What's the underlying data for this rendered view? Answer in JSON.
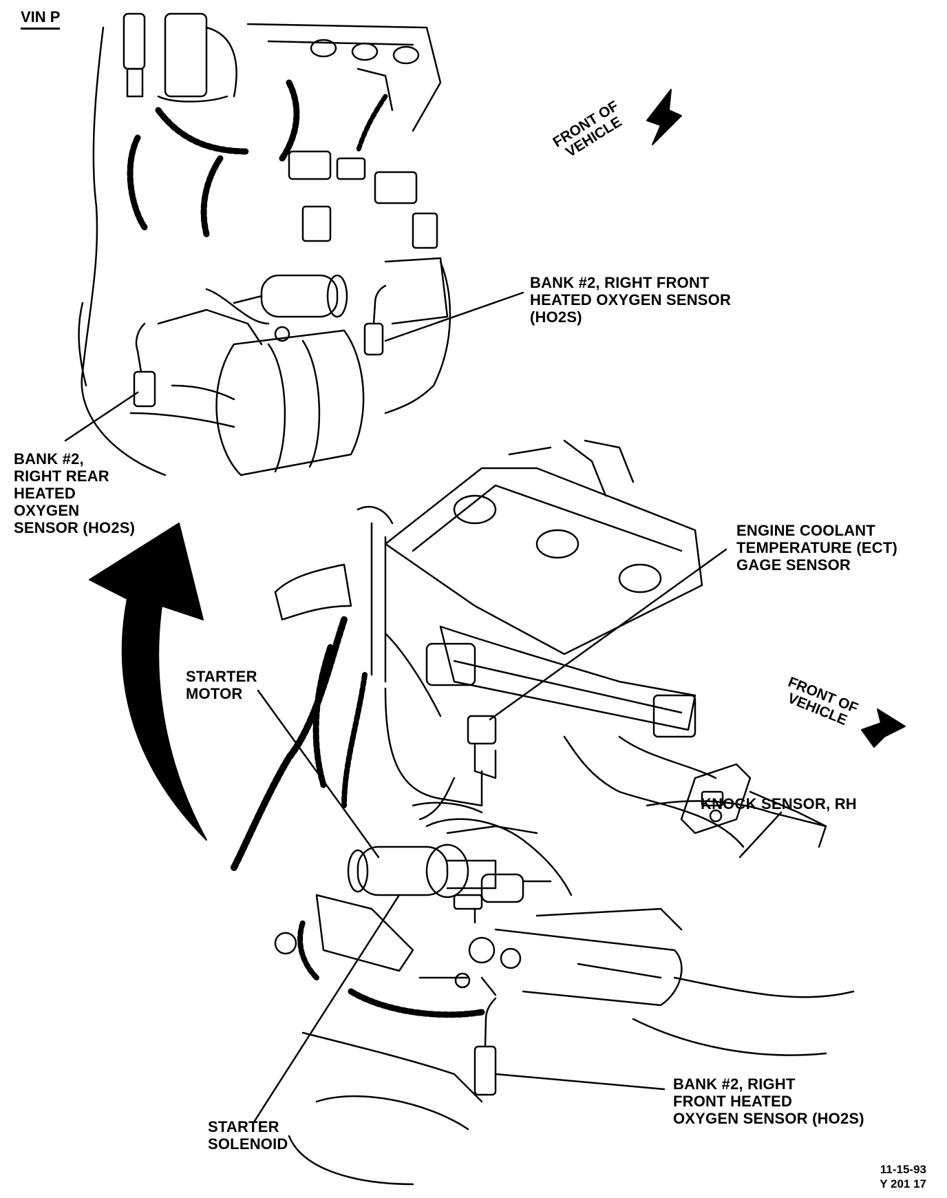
{
  "header": {
    "vin": "VIN P"
  },
  "labels": {
    "bank2_right_front_top": [
      "BANK #2, RIGHT FRONT",
      "HEATED OXYGEN SENSOR",
      "(HO2S)"
    ],
    "bank2_right_rear": [
      "BANK #2,",
      "RIGHT REAR",
      "HEATED",
      "OXYGEN",
      "SENSOR (HO2S)"
    ],
    "ect_sensor": [
      "ENGINE COOLANT",
      "TEMPERATURE (ECT)",
      "GAGE SENSOR"
    ],
    "starter_motor": [
      "STARTER",
      "MOTOR"
    ],
    "knock_sensor": [
      "KNOCK SENSOR, RH"
    ],
    "bank2_right_front_bottom": [
      "BANK #2, RIGHT",
      "FRONT HEATED",
      "OXYGEN SENSOR (HO2S)"
    ],
    "starter_solenoid": [
      "STARTER",
      "SOLENOID"
    ]
  },
  "direction": {
    "top": [
      "FRONT OF",
      "VEHICLE"
    ],
    "bottom": [
      "FRONT OF",
      "VEHICLE"
    ]
  },
  "footer": {
    "date": "11-15-93",
    "code": "Y 201 17"
  }
}
